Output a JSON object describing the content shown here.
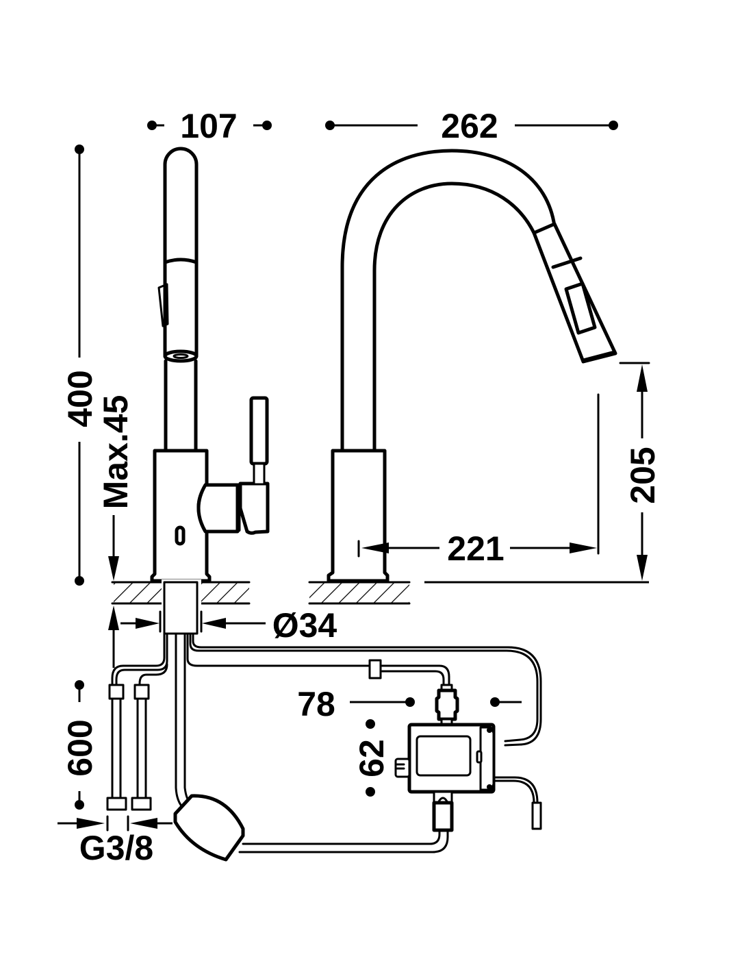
{
  "diagram": {
    "subject": "pull-out kitchen faucet with electronic control unit",
    "colors": {
      "line": "#000000",
      "background": "#ffffff"
    },
    "dimensions": {
      "side_width": "107",
      "spout_reach_total": "262",
      "overall_height": "400",
      "max_deck_thickness": "Max.45",
      "spout_outlet_height": "205",
      "spout_reach": "221",
      "mounting_hole_diameter": "Ø34",
      "hose_length": "600",
      "control_box_width": "78",
      "control_box_height": "62",
      "connection_thread": "G3/8"
    },
    "components": [
      "faucet-side-view",
      "faucet-front-view",
      "pull-out-spray-head",
      "lever-handle",
      "sensor-window",
      "deck-section",
      "supply-hoses",
      "pull-out-hose",
      "counterweight",
      "control-box",
      "sensor-cable"
    ]
  }
}
